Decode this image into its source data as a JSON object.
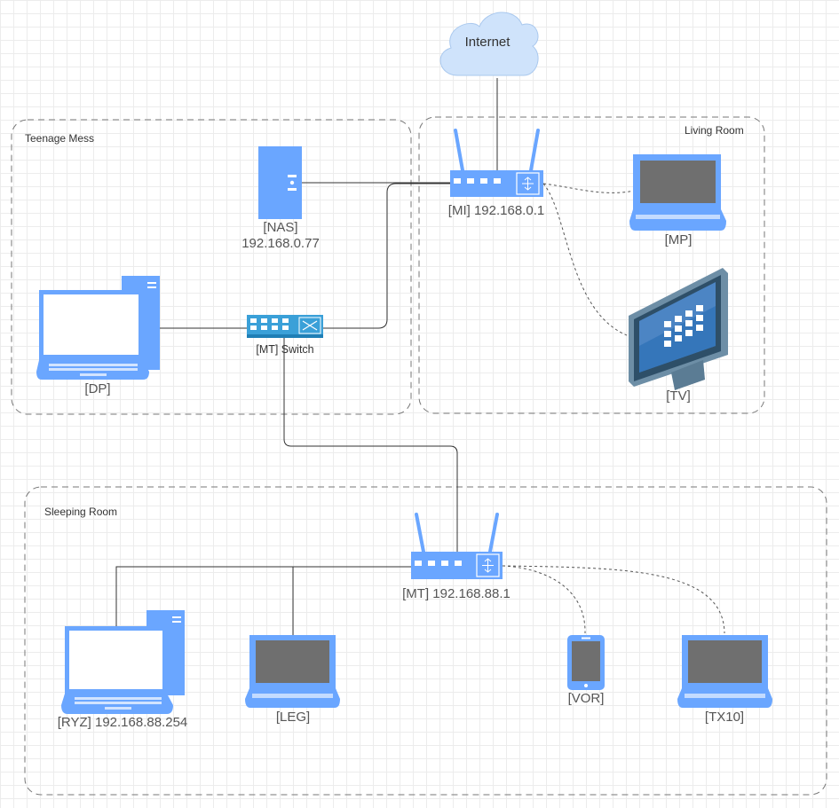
{
  "colors": {
    "device_blue": "#6aa6ff",
    "device_dark": "#3f82e8",
    "switch_blue": "#3aa0d8",
    "cloud_fill": "#cfe3fb",
    "screen_grey": "#6f6f6f",
    "zone_border": "#777777",
    "wire": "#333333"
  },
  "cloud": {
    "label": "Internet",
    "icon": "cloud-icon"
  },
  "zones": {
    "teenage_mess": "Teenage Mess",
    "living_room": "Living Room",
    "sleeping_room": "Sleeping Room"
  },
  "devices": {
    "router_main": {
      "label": "[MI] 192.168.0.1",
      "icon": "wifi-router-icon"
    },
    "nas": {
      "label_line1": "[NAS]",
      "label_line2": "192.168.0.77",
      "icon": "server-icon"
    },
    "mp": {
      "label": "[MP]",
      "icon": "laptop-icon"
    },
    "tv": {
      "label": "[TV]",
      "icon": "monitor-icon"
    },
    "dp": {
      "label": "[DP]",
      "icon": "desktop-pc-icon"
    },
    "switch": {
      "label": "[MT] Switch",
      "icon": "network-switch-icon"
    },
    "router_mt": {
      "label": "[MT] 192.168.88.1",
      "icon": "wifi-router-icon"
    },
    "ryz": {
      "label": "[RYZ] 192.168.88.254",
      "icon": "desktop-pc-icon"
    },
    "leg": {
      "label": "[LEG]",
      "icon": "laptop-icon"
    },
    "vor": {
      "label": "[VOR]",
      "icon": "tablet-icon"
    },
    "tx10": {
      "label": "[TX10]",
      "icon": "laptop-icon"
    }
  }
}
